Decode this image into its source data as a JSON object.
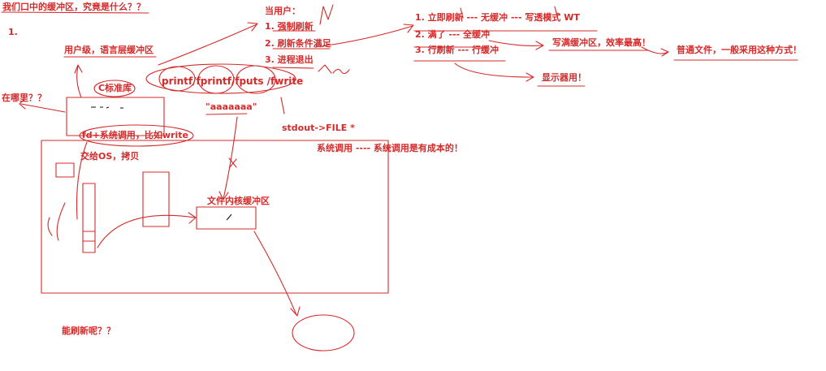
{
  "palette": {
    "ink_red": "#d42a2a",
    "ink_black": "#111111",
    "background": "#ffffff"
  },
  "header": {
    "question": "我们口中的缓冲区，究竟是什么？？",
    "section_number": "1."
  },
  "left": {
    "user_level": "用户级，语言层缓冲区",
    "c_stdlib": "C标准库",
    "where": "在哪里？？",
    "fd_syscall": "fd+系统调用，比如write",
    "handoff": "交给OS，拷贝",
    "can_flush": "能刷新呢？？"
  },
  "center": {
    "functions": "printf/fprintf/fputs /fwrite",
    "sample_string": "\"aaaaaaa\"",
    "stdout": "stdout->FILE *",
    "syscall_cost": "系统调用 ---- 系统调用是有成本的！",
    "kernel_buffer": "文件内核缓冲区"
  },
  "when": {
    "title": "当用户：",
    "items": [
      "1. 强制刷新",
      "2. 刷新条件满足",
      "3. 进程退出"
    ]
  },
  "policies": {
    "items": [
      "1. 立即刷新 --- 无缓冲 --- 写透模式 WT",
      "2. 满了 --- 全缓冲",
      "3. 行刷新 --- 行缓冲"
    ],
    "full_note": "写满缓冲区，效率最高！",
    "normal_file_note": "普通文件，一般采用这种方式！",
    "display_note": "显示器用！"
  }
}
